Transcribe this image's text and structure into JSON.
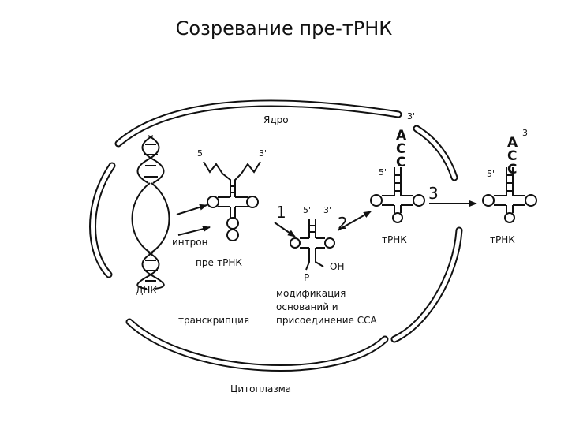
{
  "title": "Созревание пре-тРНК",
  "labels": {
    "nucleus": "Ядро",
    "cytoplasm": "Цитоплазма",
    "dna": "ДНК",
    "intron": "интрон",
    "pre_trna": "пре-тРНК",
    "transcription": "транскрипция",
    "modification": [
      "модификация",
      "оснований и",
      "присоединение ССА"
    ],
    "trna_nucleus": "тРНК",
    "trna_cytoplasm": "тРНК",
    "p_end": "P",
    "oh_end": "OH"
  },
  "ends": {
    "five": "5'",
    "three": "3'"
  },
  "steps": [
    "1",
    "2",
    "3"
  ],
  "cca": [
    "A",
    "C",
    "C"
  ],
  "colors": {
    "ink": "#111111",
    "background": "#ffffff"
  }
}
